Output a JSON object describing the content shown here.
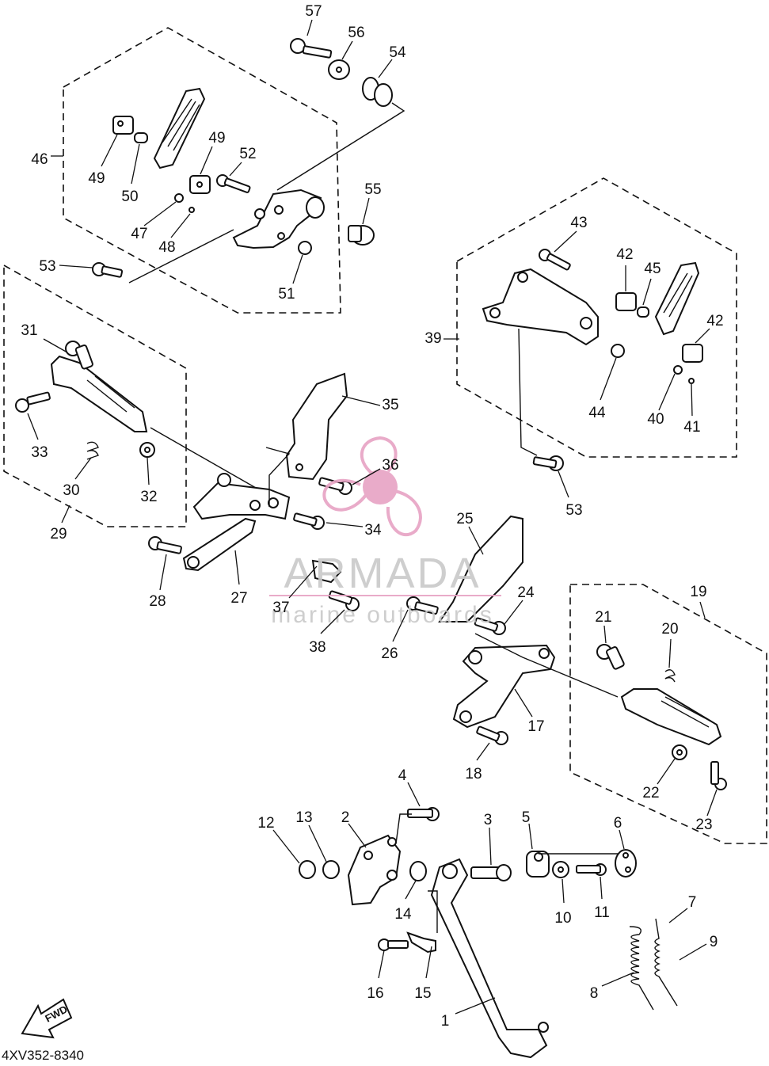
{
  "diagram_code": "4XV352-8340",
  "fwd_label": "FWD",
  "watermark": {
    "brand": "ARMADA",
    "tagline": "marine outboards",
    "color": "#e7a3c4"
  },
  "callouts": [
    "1",
    "2",
    "3",
    "4",
    "5",
    "6",
    "7",
    "8",
    "9",
    "10",
    "11",
    "12",
    "13",
    "14",
    "15",
    "16",
    "17",
    "18",
    "19",
    "20",
    "21",
    "22",
    "23",
    "24",
    "25",
    "26",
    "27",
    "28",
    "29",
    "30",
    "31",
    "32",
    "33",
    "34",
    "35",
    "36",
    "37",
    "38",
    "39",
    "40",
    "41",
    "42",
    "42",
    "43",
    "44",
    "45",
    "46",
    "47",
    "48",
    "49",
    "49",
    "50",
    "51",
    "52",
    "53",
    "53",
    "54",
    "55",
    "56",
    "57"
  ]
}
